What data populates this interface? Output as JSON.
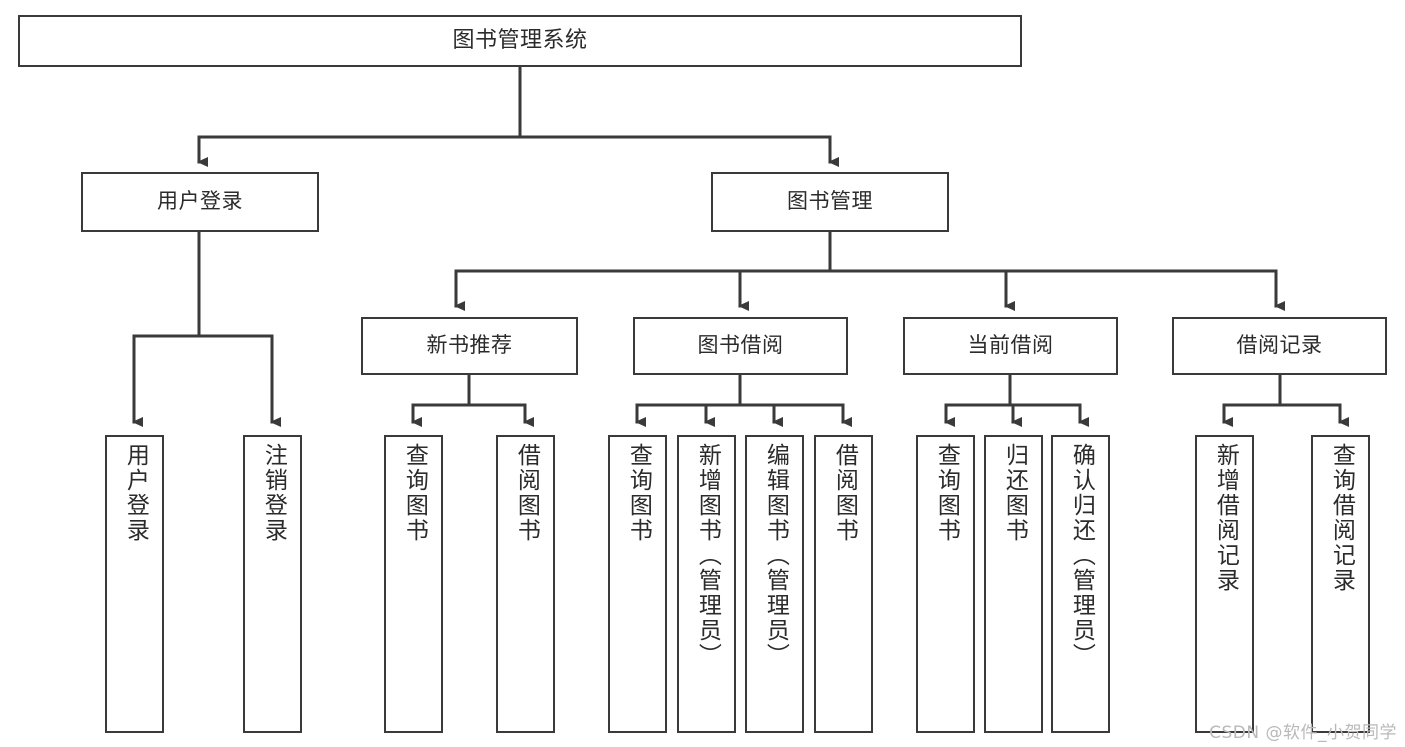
{
  "diagram": {
    "title": "图书管理系统",
    "type": "tree-hierarchy",
    "background_color": "#ffffff",
    "line_color": "#3a3a3a",
    "text_color": "#2b2b2b",
    "nodes": {
      "root": {
        "label": "图书管理系统"
      },
      "level2": [
        {
          "label": "用户登录"
        },
        {
          "label": "图书管理"
        }
      ],
      "level3": [
        {
          "label": "新书推荐"
        },
        {
          "label": "图书借阅"
        },
        {
          "label": "当前借阅"
        },
        {
          "label": "借阅记录"
        }
      ],
      "leaves": {
        "user_login": [
          {
            "label": "用户登录"
          },
          {
            "label": "注销登录"
          }
        ],
        "new_book_recommend": [
          {
            "label": "查询图书"
          },
          {
            "label": "借阅图书"
          }
        ],
        "book_borrow": [
          {
            "label": "查询图书"
          },
          {
            "label": "新增图书（管理员）"
          },
          {
            "label": "编辑图书（管理员）"
          },
          {
            "label": "借阅图书"
          }
        ],
        "current_borrow": [
          {
            "label": "查询图书"
          },
          {
            "label": "归还图书"
          },
          {
            "label": "确认归还（管理员）"
          }
        ],
        "borrow_record": [
          {
            "label": "新增借阅记录"
          },
          {
            "label": "查询借阅记录"
          }
        ]
      }
    },
    "watermark": "CSDN @软件_小贺同学"
  }
}
